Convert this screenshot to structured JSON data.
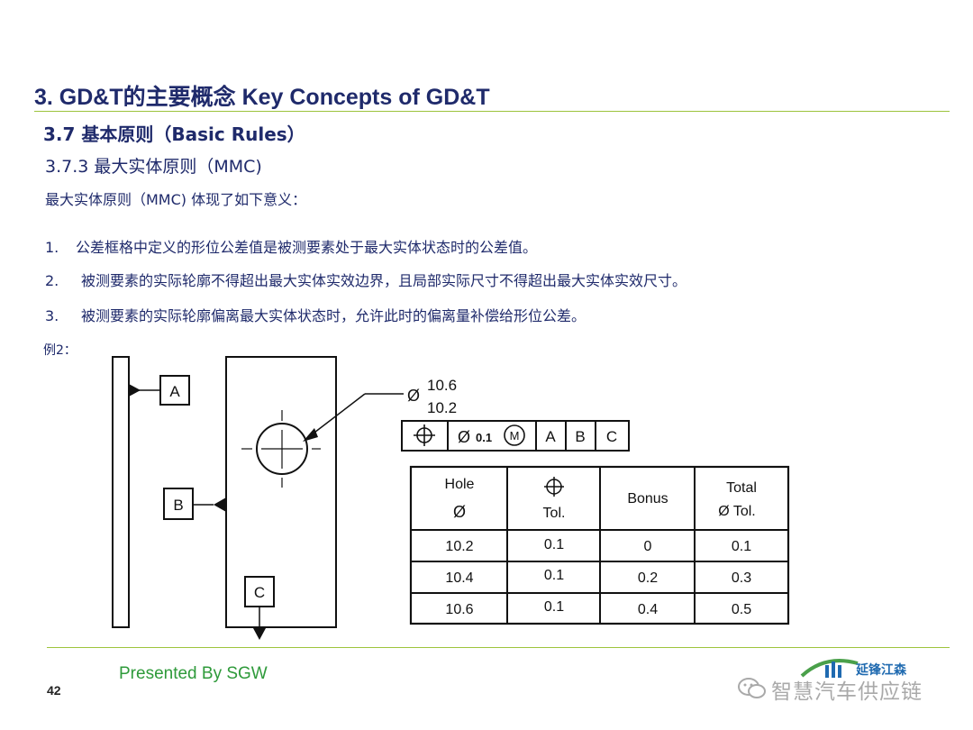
{
  "slide": {
    "title": "3. GD&T的主要概念  Key Concepts of GD&T",
    "subtitle": "3.7 基本原则（Basic Rules）",
    "section": "3.7.3 最大实体原则（MMC)",
    "intro": "最大实体原则（MMC) 体现了如下意义：",
    "items": [
      {
        "num": "1.",
        "text": "公差框格中定义的形位公差值是被测要素处于最大实体状态时的公差值。"
      },
      {
        "num": "2.",
        "text": "被测要素的实际轮廓不得超出最大实体实效边界，且局部实际尺寸不得超出最大实体实效尺寸。"
      },
      {
        "num": "3.",
        "text": "被测要素的实际轮廓偏离最大实体状态时，允许此时的偏离量补偿给形位公差。"
      }
    ],
    "example_label": "例2：",
    "footer": {
      "presented": "Presented By SGW",
      "page_number": "42",
      "logo_text": "延锋江森",
      "watermark": "智慧汽车供应链"
    }
  },
  "drawing": {
    "datum_a": "A",
    "datum_b": "B",
    "datum_c": "C",
    "dim_symbol": "Ø",
    "dim_upper": "10.6",
    "dim_lower": "10.2",
    "fcf": {
      "dia": "Ø",
      "tol": "0.1",
      "mod": "M",
      "refs": [
        "A",
        "B",
        "C"
      ]
    },
    "table": {
      "headers": [
        {
          "line1": "Hole",
          "line2": "Ø"
        },
        {
          "line1": "",
          "line2": "Tol."
        },
        {
          "line1": "Bonus",
          "line2": ""
        },
        {
          "line1": "Total",
          "line2": "Ø Tol."
        }
      ],
      "rows": [
        [
          "10.2",
          "0.1",
          "0",
          "0.1"
        ],
        [
          "10.4",
          "0.1",
          "0.2",
          "0.3"
        ],
        [
          "10.6",
          "0.1",
          "0.4",
          "0.5"
        ]
      ]
    }
  },
  "colors": {
    "title": "#1f2a6b",
    "rule": "#9dc43c",
    "presented": "#2e9a3a"
  }
}
